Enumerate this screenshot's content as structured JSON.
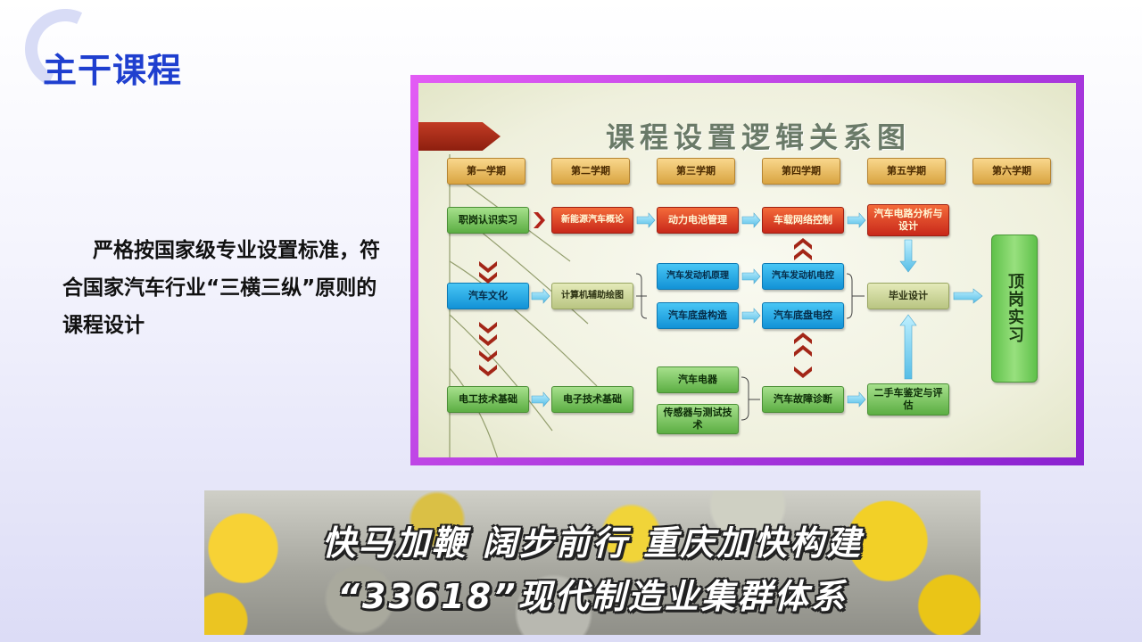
{
  "page": {
    "title": "主干课程",
    "description": "严格按国家级专业设置标准，符合国家汽车行业“三横三纵”原则的课程设计"
  },
  "diagram": {
    "title": "课程设置逻辑关系图",
    "semesters": [
      "第一学期",
      "第二学期",
      "第三学期",
      "第四学期",
      "第五学期",
      "第六学期"
    ],
    "row1": [
      "职岗认识实习",
      "新能源汽车概论",
      "动力电池管理",
      "车载网络控制",
      "汽车电路分析与设计"
    ],
    "row2_left": [
      "汽车文化",
      "计算机辅助绘图"
    ],
    "row2_blue_top": [
      "汽车发动机原理",
      "汽车发动机电控"
    ],
    "row2_blue_bottom": [
      "汽车底盘构造",
      "汽车底盘电控"
    ],
    "graduation": "毕业设计",
    "row3": [
      "电工技术基础",
      "电子技术基础",
      "汽车电器",
      "传感器与测试技术",
      "汽车故障诊断",
      "二手车鉴定与评估"
    ],
    "final": "顶岗实习"
  },
  "banner": {
    "line1": "快马加鞭 阔步前行 重庆加快构建",
    "line2": "“33618”现代制造业集群体系"
  },
  "colors": {
    "title": "#1f3fcf",
    "frame": "#b23ee0",
    "semester_box": "#e8b85a",
    "green_box": "#7cc764",
    "red_box": "#e04526",
    "blue_box": "#26aee8",
    "olive_box": "#cfd89e"
  }
}
